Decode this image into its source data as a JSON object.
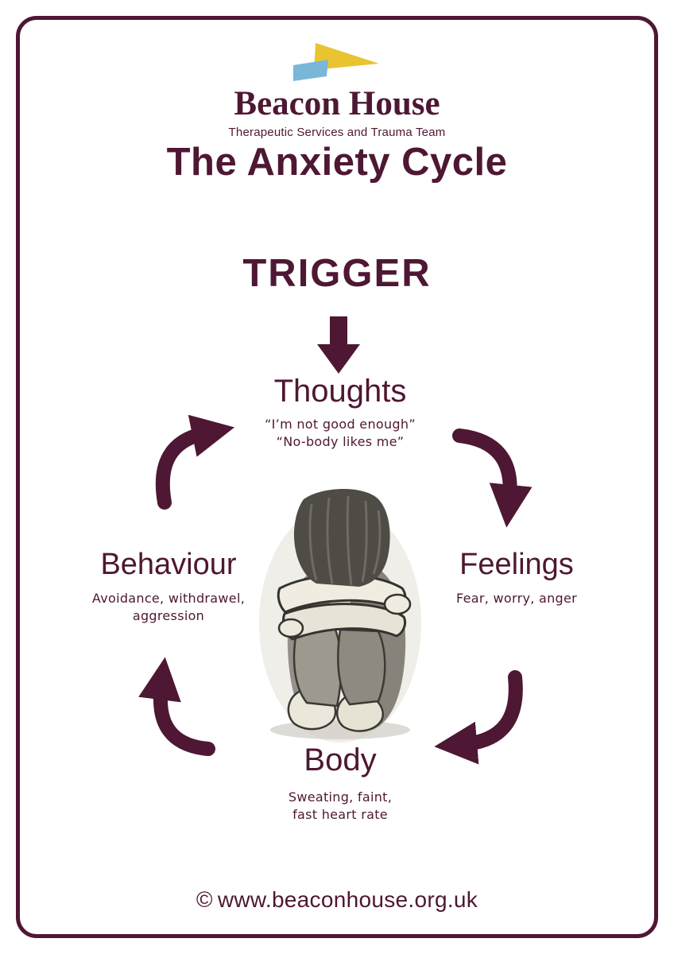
{
  "brand": {
    "name": "Beacon House",
    "tagline": "Therapeutic Services and Trauma Team"
  },
  "title": "The Anxiety Cycle",
  "trigger": "TRIGGER",
  "cycle": {
    "thoughts": {
      "label": "Thoughts",
      "quote1": "“I’m not good enough”",
      "quote2": "“No-body likes me”"
    },
    "feelings": {
      "label": "Feelings",
      "sub": "Fear, worry, anger"
    },
    "body": {
      "label": "Body",
      "sub_line1": "Sweating, faint,",
      "sub_line2": "fast heart rate"
    },
    "behaviour": {
      "label": "Behaviour",
      "sub_line1": "Avoidance, withdrawel,",
      "sub_line2": "aggression"
    }
  },
  "footer": {
    "symbol": "©",
    "website": "www.beaconhouse.org.uk"
  },
  "colors": {
    "maroon": "#4e1733",
    "yellow": "#e9c431",
    "blue": "#79b7d8"
  }
}
